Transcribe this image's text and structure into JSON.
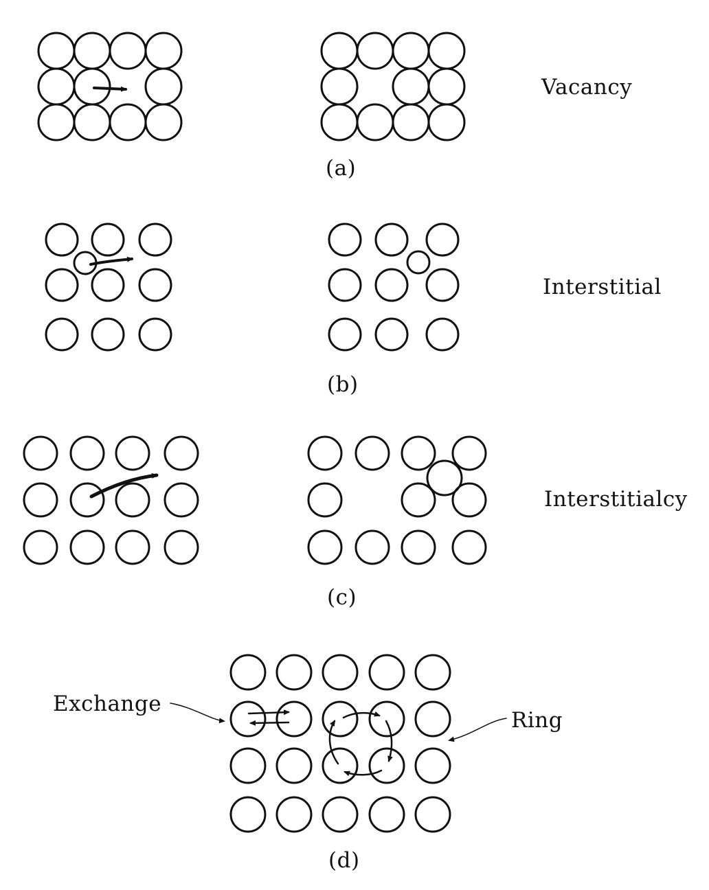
{
  "panels": [
    {
      "id": "a",
      "caption": "(a)",
      "mechanism": "Vacancy"
    },
    {
      "id": "b",
      "caption": "(b)",
      "mechanism": "Interstitial"
    },
    {
      "id": "c",
      "caption": "(c)",
      "mechanism": "Interstitialcy"
    },
    {
      "id": "d",
      "caption": "(d)",
      "labels": [
        "Exchange",
        "Ring"
      ]
    }
  ],
  "colors": {
    "ink": "#111111",
    "background": "#ffffff"
  }
}
